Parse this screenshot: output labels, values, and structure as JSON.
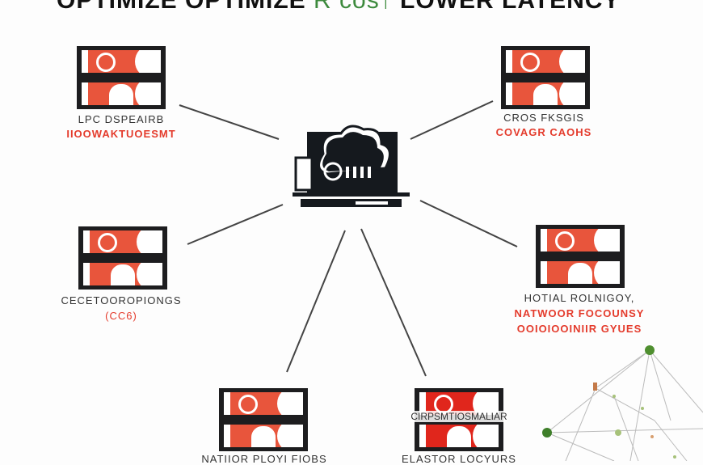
{
  "title": {
    "part1": "OPTIMIZE OPTIMIZE",
    "part2": "R cos↑",
    "part3": "LOWER LATENCY",
    "accent_color": "#3d8a3d"
  },
  "center": {
    "icon": "cloud-server-icon"
  },
  "nodes": [
    {
      "icon": "service-window-icon",
      "label1": "LPC DSPEAIRB",
      "label2": "IIOOWAKTUOESMT"
    },
    {
      "icon": "service-window-icon",
      "label1": "CROS FKSGIS",
      "label2": "COVAGR CAOHS"
    },
    {
      "icon": "service-window-icon",
      "label1": "CECETOOROPIONGS",
      "label2": "(CC6)"
    },
    {
      "icon": "service-window-icon",
      "label1": "HOTIAL ROLNIGOY,",
      "label2": "NATWOOR FOCOUNSY",
      "label3": "OOIOIOOINIIR GYUES"
    },
    {
      "icon": "service-window-icon",
      "label1": "NATIIOR PLOYI FIOBS"
    },
    {
      "icon": "service-window-icon",
      "overlay": "CIRPSMTIOSMALIAR",
      "label1": "ELASTOR LOCYURS"
    }
  ],
  "colors": {
    "node_red": "#e8553c",
    "label_red": "#e43b2c",
    "dark": "#1d1d1f",
    "network_green": "#4f8f2f"
  }
}
